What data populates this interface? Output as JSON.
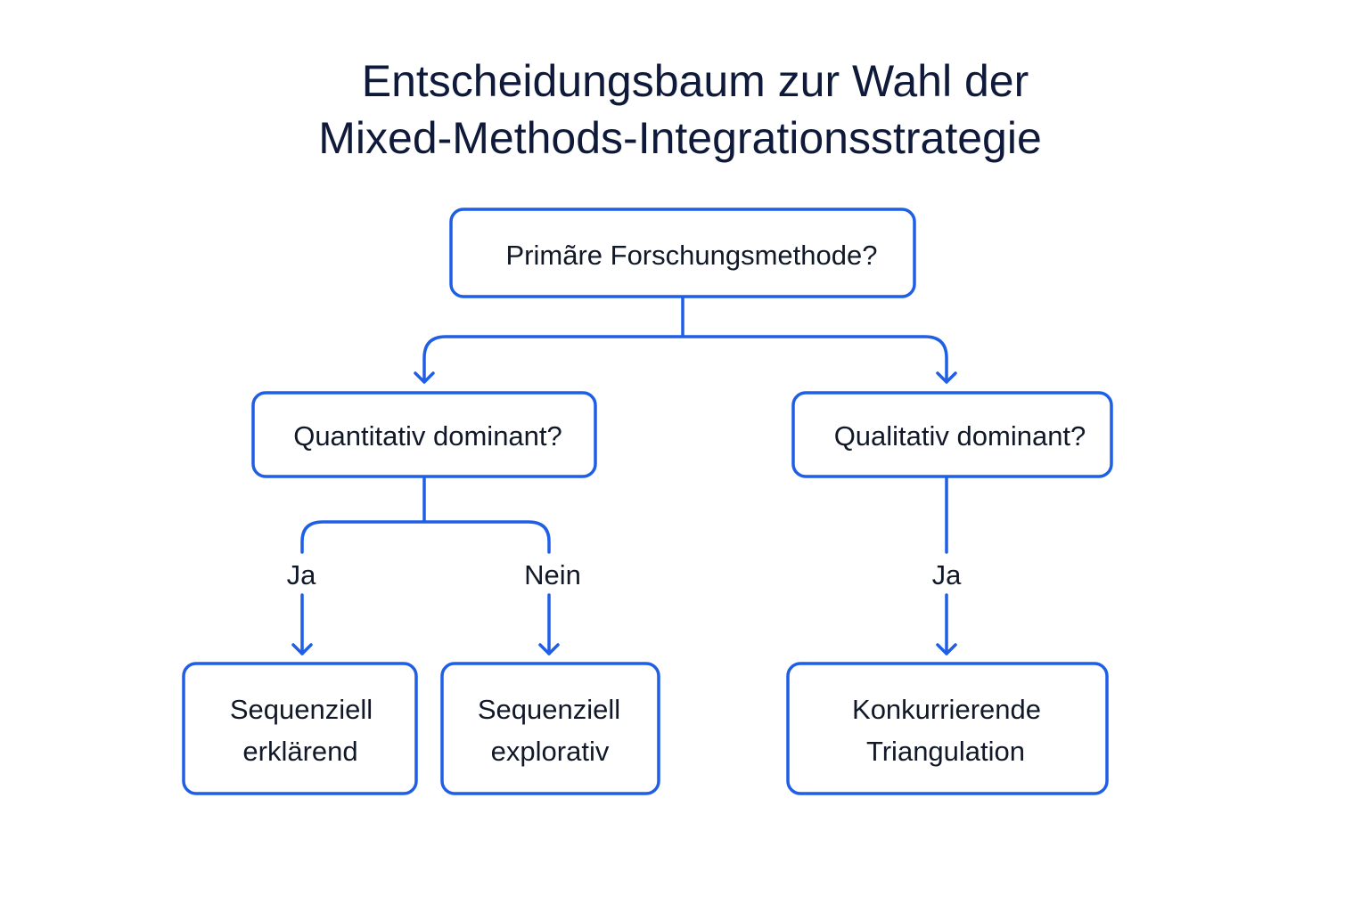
{
  "title": {
    "line1": "Entscheidungsbaum zur Wahl der",
    "line2": "Mixed-Methods-Integrationsstrategie"
  },
  "nodes": {
    "root": "Primãre Forschungsmethode?",
    "quant": "Quantitativ dominant?",
    "qual": "Qualitativ dominant?",
    "leaf1": {
      "line1": "Sequenziell",
      "line2": "erklärend"
    },
    "leaf2": {
      "line1": "Sequenziell",
      "line2": "explorativ"
    },
    "leaf3": {
      "line1": "Konkurrierende",
      "line2": "Triangulation"
    }
  },
  "edges": {
    "quant_yes": "Ja",
    "quant_no": "Nein",
    "qual_yes": "Ja"
  },
  "colors": {
    "accent": "#1f5fe6",
    "text": "#111827",
    "title": "#0f1a3a"
  }
}
